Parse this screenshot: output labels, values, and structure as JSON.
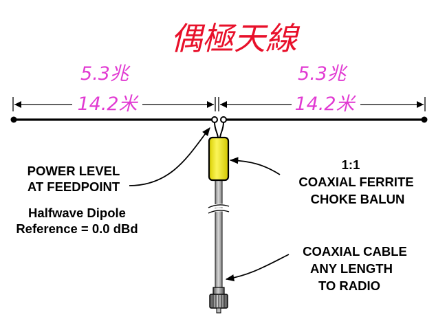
{
  "title": "偶極天線",
  "left_arm": {
    "length_zhao": "5.3兆",
    "length_m": "14.2米"
  },
  "right_arm": {
    "length_zhao": "5.3兆",
    "length_m": "14.2米"
  },
  "feedpoint_label": [
    "POWER LEVEL",
    "AT FEEDPOINT"
  ],
  "reference_label": [
    "Halfwave Dipole",
    "Reference = 0.0 dBd"
  ],
  "balun_label": [
    "1:1",
    "COAXIAL FERRITE",
    "CHOKE BALUN"
  ],
  "coax_label": [
    "COAXIAL CABLE",
    "ANY LENGTH",
    "TO RADIO"
  ],
  "colors": {
    "title": "#e8102a",
    "measurement": "#e13ad2",
    "balun": "#f4ec1c",
    "cable": "#a9a9a9",
    "wire": "#000000"
  },
  "icons": [
    "arrow-icon",
    "insulator-icon",
    "ferrite-choke-icon",
    "pl259-connector-icon",
    "cable-break-icon"
  ]
}
